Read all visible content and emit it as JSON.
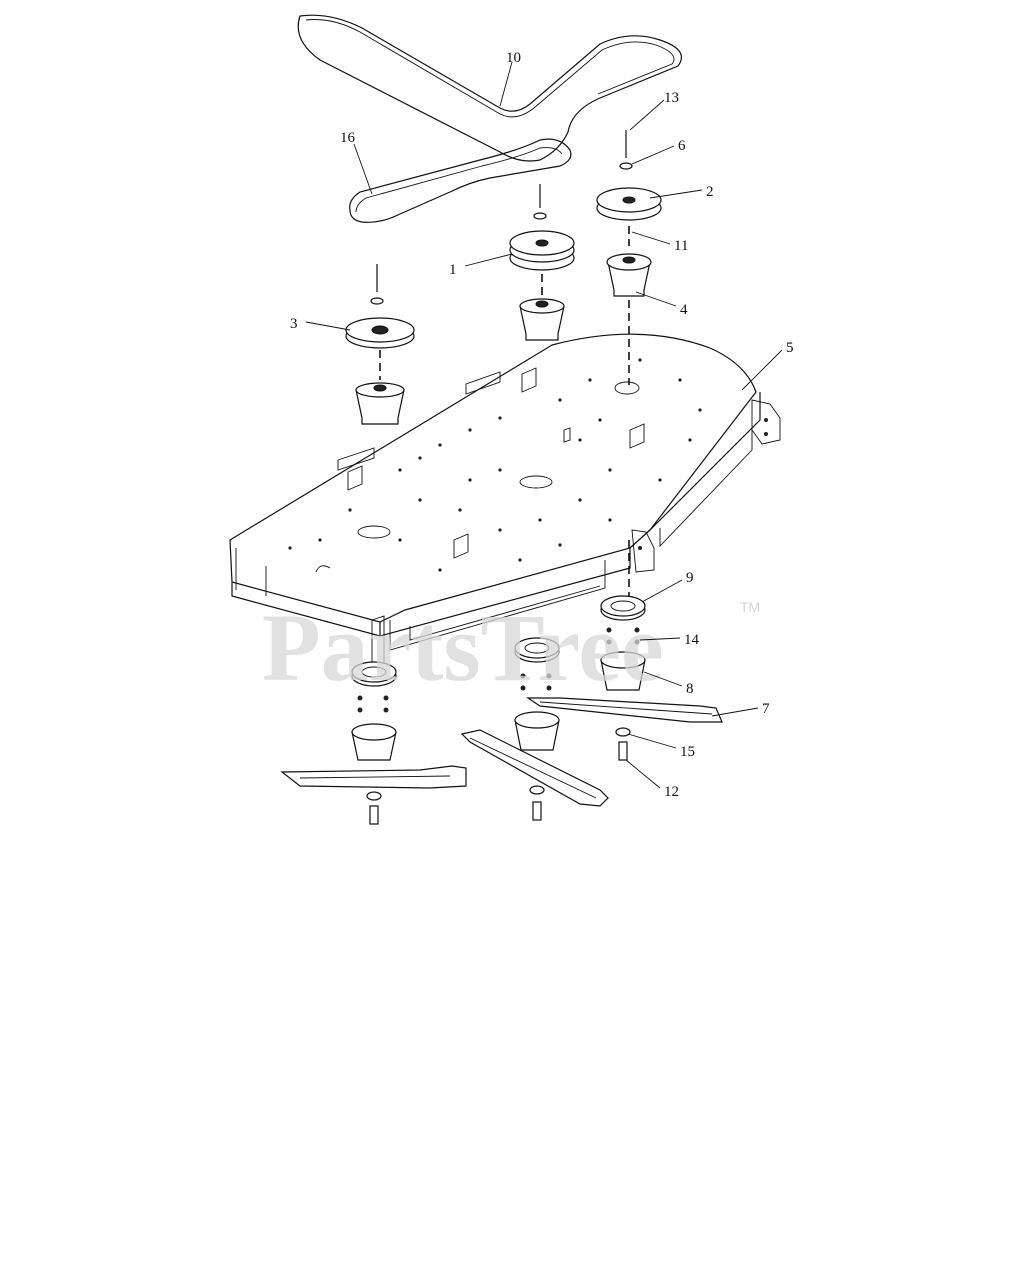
{
  "watermark": {
    "text": "PartsTree",
    "trademark": "TM"
  },
  "callouts": [
    {
      "id": "1",
      "label": "1"
    },
    {
      "id": "2",
      "label": "2"
    },
    {
      "id": "3",
      "label": "3"
    },
    {
      "id": "4",
      "label": "4"
    },
    {
      "id": "5",
      "label": "5"
    },
    {
      "id": "6",
      "label": "6"
    },
    {
      "id": "7",
      "label": "7"
    },
    {
      "id": "8",
      "label": "8"
    },
    {
      "id": "9",
      "label": "9"
    },
    {
      "id": "10",
      "label": "10"
    },
    {
      "id": "11",
      "label": "11"
    },
    {
      "id": "12",
      "label": "12"
    },
    {
      "id": "13",
      "label": "13"
    },
    {
      "id": "14",
      "label": "14"
    },
    {
      "id": "15",
      "label": "15"
    },
    {
      "id": "16",
      "label": "16"
    }
  ],
  "colors": {
    "line": "#111111",
    "background": "#ffffff",
    "watermark": "#d7d7d7"
  }
}
